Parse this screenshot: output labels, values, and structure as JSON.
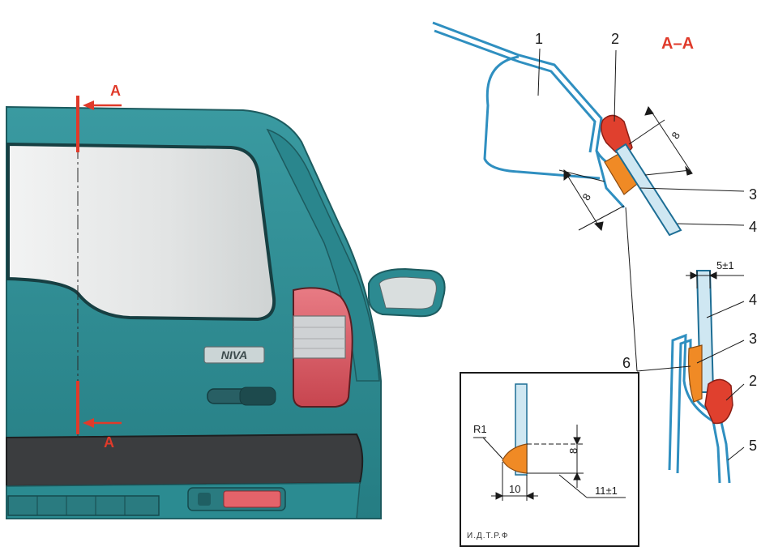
{
  "section": {
    "title": "А–А",
    "cut_letter_top": "А",
    "cut_letter_bottom": "А"
  },
  "badge": {
    "text": "NIVA"
  },
  "callouts": {
    "c1": "1",
    "c2_top": "2",
    "c3_top": "3",
    "c4_top": "4",
    "c4_right": "4",
    "c3_right": "3",
    "c2_right": "2",
    "c5": "5",
    "c6": "6"
  },
  "dimensions": {
    "top_right": "8",
    "top_left": "8",
    "gap": "5±1",
    "inset_height": "8",
    "inset_width": "10",
    "inset_offset": "11±1",
    "radius": "R1"
  },
  "watermark": "И.Д.Т.Р.Ф",
  "colors": {
    "body": "#2e8f96",
    "body_dark": "#1e6d72",
    "glass": "#e3e5e5",
    "seal_blue": "#2f8fc0",
    "sealant_red": "#e0402e",
    "adhesive_orange": "#f08a25",
    "section_red": "#e03a2a"
  }
}
